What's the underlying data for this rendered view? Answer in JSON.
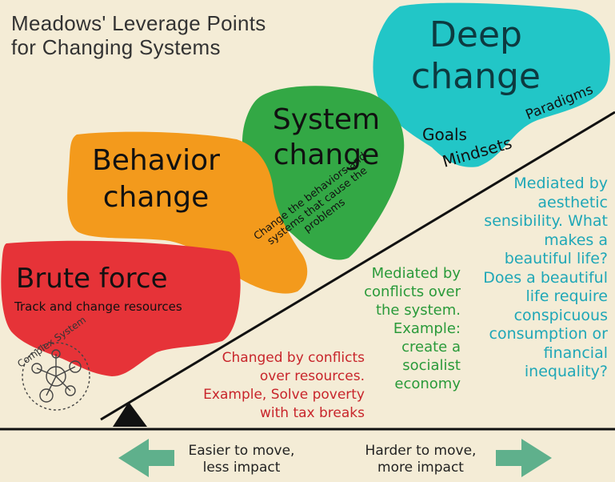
{
  "title": [
    "Meadows' Leverage Points",
    "for Changing Systems"
  ],
  "levels": {
    "deep": {
      "label": [
        "Deep",
        "change"
      ],
      "color": "#22c6c7"
    },
    "system": {
      "label": [
        "System",
        "change"
      ],
      "sub": "Change the behaviors and systems that cause the problems",
      "color": "#33a845"
    },
    "behavior": {
      "label": [
        "Behavior",
        "change"
      ],
      "color": "#f39a1c"
    },
    "brute": {
      "label": "Brute force",
      "sub": "Track and change resources",
      "color": "#e63338"
    }
  },
  "tags": {
    "goals": "Goals",
    "mindsets": "Mindsets",
    "paradigms": "Paradigms"
  },
  "notes": {
    "red": [
      "Changed by conflicts",
      "over resources.",
      "Example, Solve poverty",
      "with tax breaks"
    ],
    "green": [
      "Mediated by",
      "conflicts over",
      "the system.",
      "Example:",
      "create a",
      "socialist",
      "economy"
    ],
    "teal": [
      "Mediated by",
      "aesthetic",
      "sensibility. What",
      "makes a",
      "beautiful life?",
      "Does a beautiful",
      "life require",
      "conspicuous",
      "consumption or",
      "financial",
      "inequality?"
    ]
  },
  "complex_system": "Complex System",
  "bottom": {
    "easy": [
      "Easier to move,",
      "less impact"
    ],
    "hard": [
      "Harder to move,",
      "more impact"
    ]
  },
  "colors": {
    "red_text": "#c8252b",
    "green_text": "#2a9a3a",
    "teal_text": "#1fa7b7",
    "arrow": "#5fb08c"
  }
}
